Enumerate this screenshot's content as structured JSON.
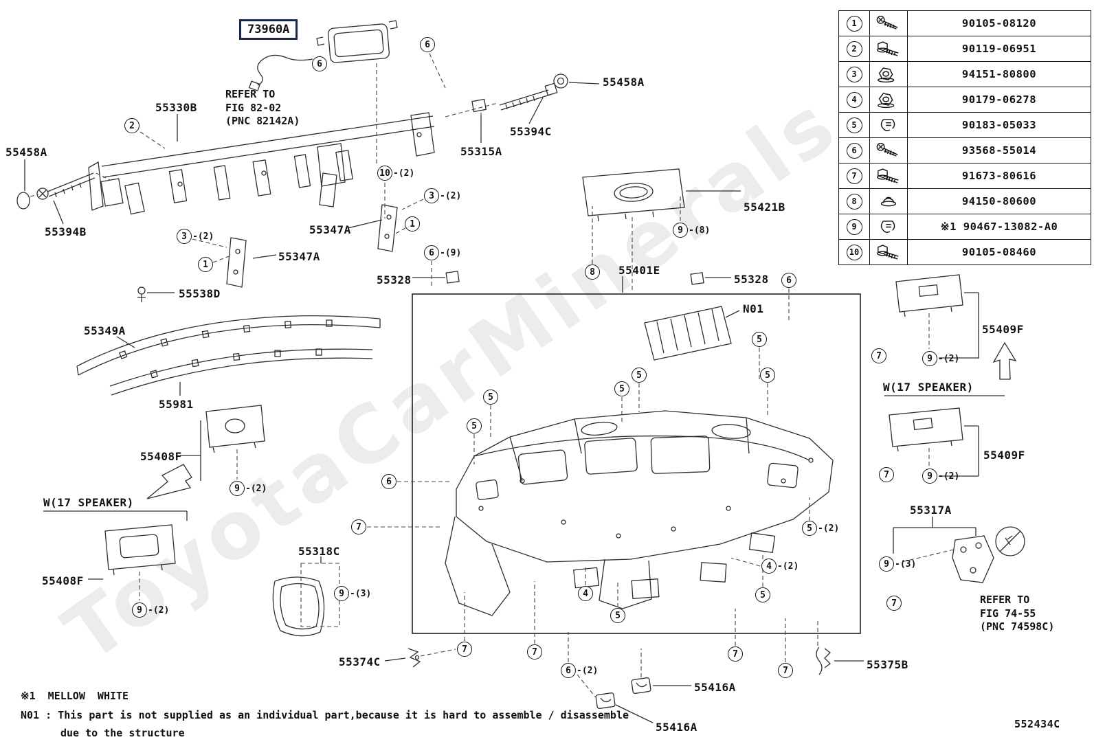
{
  "meta": {
    "drawing_number": "552434C",
    "watermark": "ToyotaCarMinerals",
    "accent_color": "#1c2746",
    "line_color": "#2d2d2d"
  },
  "highlight": {
    "label": "73960A"
  },
  "refer_notes": [
    {
      "text": "REFER TO\nFIG 82-02\n(PNC 82142A)"
    },
    {
      "text": "REFER TO\nFIG 74-55\n(PNC 74598C)"
    }
  ],
  "footnotes": {
    "line1": "※1  MELLOW  WHITE",
    "line2": "N01 : This part is not supplied as an individual part,because it is hard to assemble / disassemble",
    "line3": "due to the structure"
  },
  "labels": [
    {
      "text": "55330B"
    },
    {
      "text": "55458A"
    },
    {
      "text": "55394C"
    },
    {
      "text": "55315A"
    },
    {
      "text": "55458A"
    },
    {
      "text": "55394B"
    },
    {
      "text": "55347A"
    },
    {
      "text": "55347A"
    },
    {
      "text": "55328"
    },
    {
      "text": "55401E"
    },
    {
      "text": "55328"
    },
    {
      "text": "55421B"
    },
    {
      "text": "N01"
    },
    {
      "text": "55538D"
    },
    {
      "text": "55349A"
    },
    {
      "text": "55981"
    },
    {
      "text": "55408F"
    },
    {
      "text": "W(17 SPEAKER)"
    },
    {
      "text": "55408F"
    },
    {
      "text": "55318C"
    },
    {
      "text": "55374C"
    },
    {
      "text": "55416A"
    },
    {
      "text": "55416A"
    },
    {
      "text": "55375B"
    },
    {
      "text": "55317A"
    },
    {
      "text": "55409F"
    },
    {
      "text": "W(17 SPEAKER)"
    },
    {
      "text": "55409F"
    }
  ],
  "legend": {
    "rows": [
      {
        "num": "1",
        "part": "90105-08120",
        "icon": "screw",
        "icon_ref": "#sym-screw"
      },
      {
        "num": "2",
        "part": "90119-06951",
        "icon": "bolt",
        "icon_ref": "#sym-bolt"
      },
      {
        "num": "3",
        "part": "94151-80800",
        "icon": "nut",
        "icon_ref": "#sym-nut"
      },
      {
        "num": "4",
        "part": "90179-06278",
        "icon": "nut",
        "icon_ref": "#sym-nut"
      },
      {
        "num": "5",
        "part": "90183-05033",
        "icon": "clip",
        "icon_ref": "#sym-clip"
      },
      {
        "num": "6",
        "part": "93568-55014",
        "icon": "screw",
        "icon_ref": "#sym-screw"
      },
      {
        "num": "7",
        "part": "91673-80616",
        "icon": "bolt",
        "icon_ref": "#sym-bolt"
      },
      {
        "num": "8",
        "part": "94150-80600",
        "icon": "flange-nut",
        "icon_ref": "#sym-grommet"
      },
      {
        "num": "9",
        "part": "※1 90467-13082-A0",
        "icon": "clip",
        "icon_ref": "#sym-clip"
      },
      {
        "num": "10",
        "part": "90105-08460",
        "icon": "bolt",
        "icon_ref": "#sym-bolt"
      }
    ]
  },
  "callouts": [
    {
      "n": "2",
      "qty": ""
    },
    {
      "n": "6",
      "qty": ""
    },
    {
      "n": "6",
      "qty": ""
    },
    {
      "n": "10",
      "qty": "-(2)"
    },
    {
      "n": "3",
      "qty": "-(2)"
    },
    {
      "n": "3",
      "qty": "-(2)"
    },
    {
      "n": "1",
      "qty": ""
    },
    {
      "n": "1",
      "qty": ""
    },
    {
      "n": "6",
      "qty": "-(9)"
    },
    {
      "n": "8",
      "qty": ""
    },
    {
      "n": "9",
      "qty": "-(8)"
    },
    {
      "n": "6",
      "qty": ""
    },
    {
      "n": "5",
      "qty": ""
    },
    {
      "n": "5",
      "qty": ""
    },
    {
      "n": "5",
      "qty": ""
    },
    {
      "n": "5",
      "qty": ""
    },
    {
      "n": "5",
      "qty": ""
    },
    {
      "n": "5",
      "qty": ""
    },
    {
      "n": "6",
      "qty": ""
    },
    {
      "n": "7",
      "qty": ""
    },
    {
      "n": "9",
      "qty": "-(3)"
    },
    {
      "n": "9",
      "qty": "-(2)"
    },
    {
      "n": "9",
      "qty": "-(2)"
    },
    {
      "n": "4",
      "qty": "-(2)"
    },
    {
      "n": "4",
      "qty": ""
    },
    {
      "n": "5",
      "qty": ""
    },
    {
      "n": "5",
      "qty": "-(2)"
    },
    {
      "n": "5",
      "qty": ""
    },
    {
      "n": "6",
      "qty": "-(2)"
    },
    {
      "n": "7",
      "qty": ""
    },
    {
      "n": "7",
      "qty": ""
    },
    {
      "n": "7",
      "qty": ""
    },
    {
      "n": "7",
      "qty": ""
    },
    {
      "n": "7",
      "qty": ""
    },
    {
      "n": "7",
      "qty": ""
    },
    {
      "n": "7",
      "qty": ""
    },
    {
      "n": "9",
      "qty": "-(2)"
    },
    {
      "n": "9",
      "qty": "-(2)"
    },
    {
      "n": "9",
      "qty": "-(3)"
    }
  ]
}
